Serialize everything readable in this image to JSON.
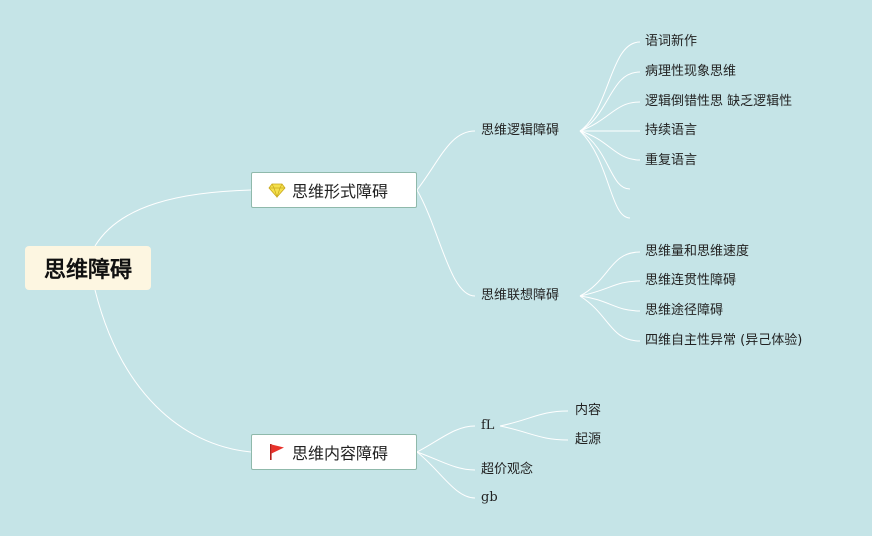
{
  "root": {
    "label": "思维障碍"
  },
  "branches": [
    {
      "label": "思维形式障碍",
      "icon": "diamond-icon",
      "children": [
        {
          "label": "思维逻辑障碍",
          "children": [
            "语词新作",
            "病理性现象思维",
            "逻辑倒错性思  缺乏逻辑性",
            "持续语言",
            "重复语言",
            "",
            ""
          ]
        },
        {
          "label": "思维联想障碍",
          "children": [
            "思维量和思维速度",
            "思维连贯性障碍",
            "思维途径障碍",
            "四维自主性异常 (异己体验)"
          ]
        }
      ]
    },
    {
      "label": "思维内容障碍",
      "icon": "red-flag-icon",
      "children": [
        {
          "label": "fL",
          "children": [
            "内容",
            "起源"
          ]
        },
        {
          "label": "超价观念",
          "children": []
        },
        {
          "label": "gb",
          "children": []
        }
      ]
    }
  ],
  "colors": {
    "background": "#c5e4e7",
    "root_fill": "#fdf6e1",
    "topic_border": "#8fb9ab",
    "connector": "#ffffff",
    "flag": "#e8322b",
    "diamond": "#f4e04d"
  }
}
